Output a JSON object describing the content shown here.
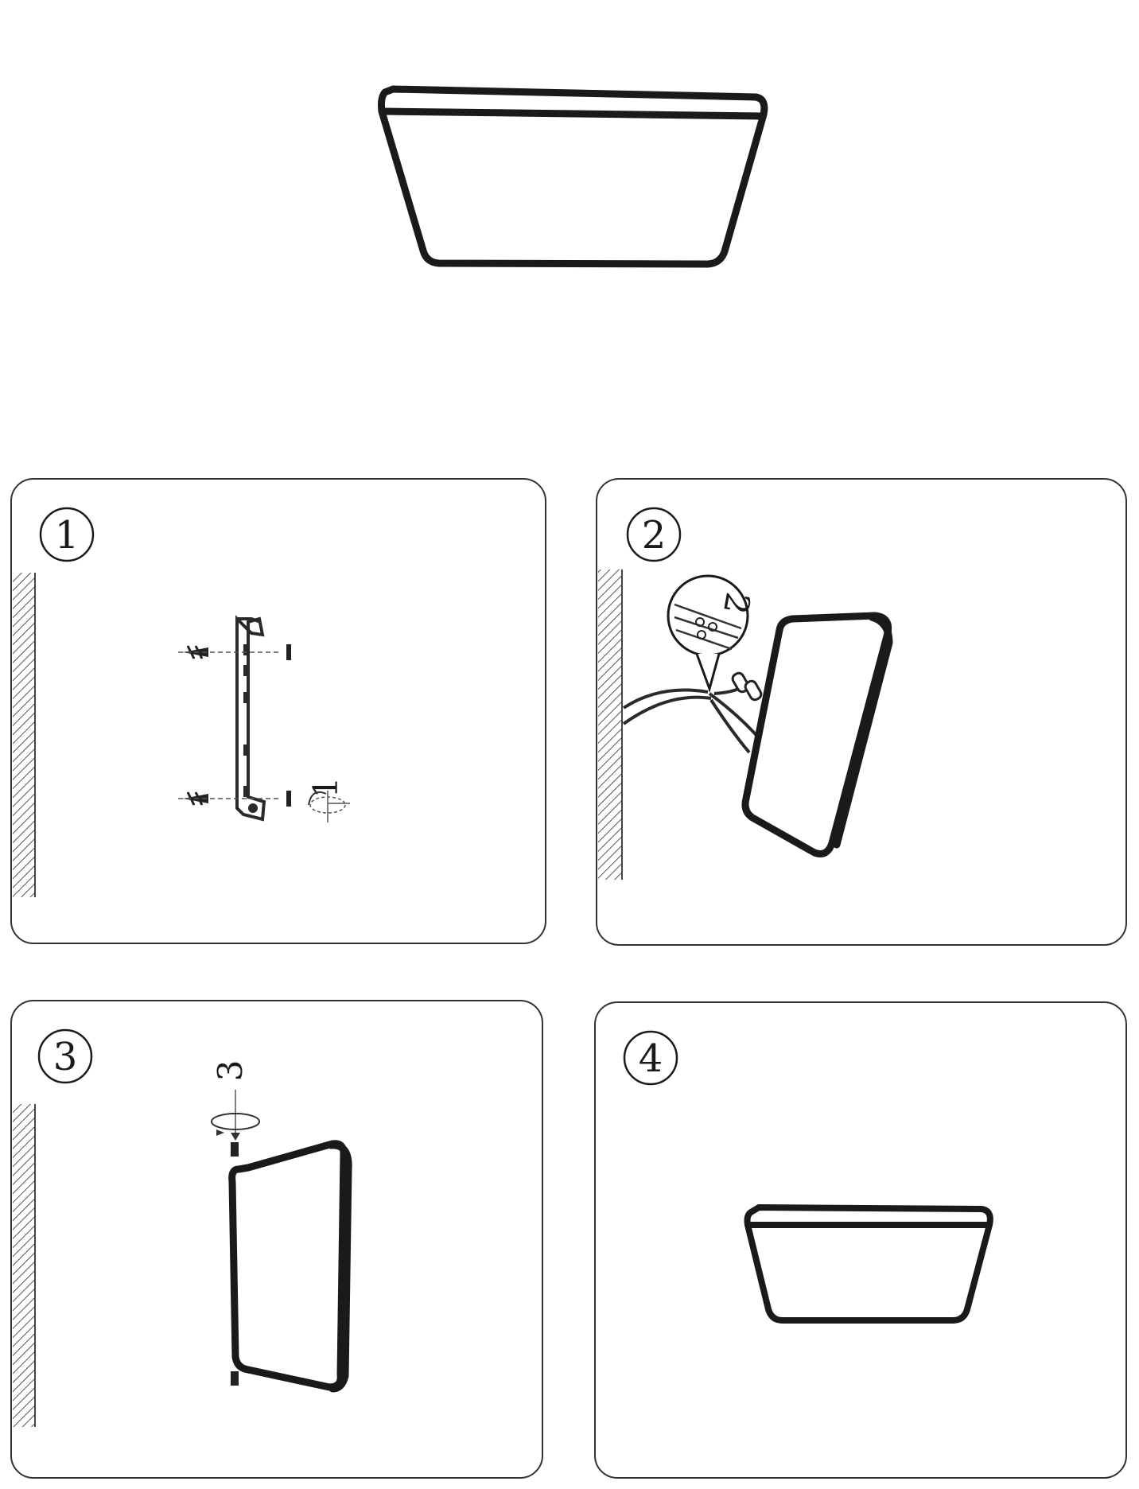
{
  "steps": [
    {
      "number": "1",
      "callout": "1"
    },
    {
      "number": "2",
      "callout": "2"
    },
    {
      "number": "3",
      "callout": "3"
    },
    {
      "number": "4"
    }
  ]
}
